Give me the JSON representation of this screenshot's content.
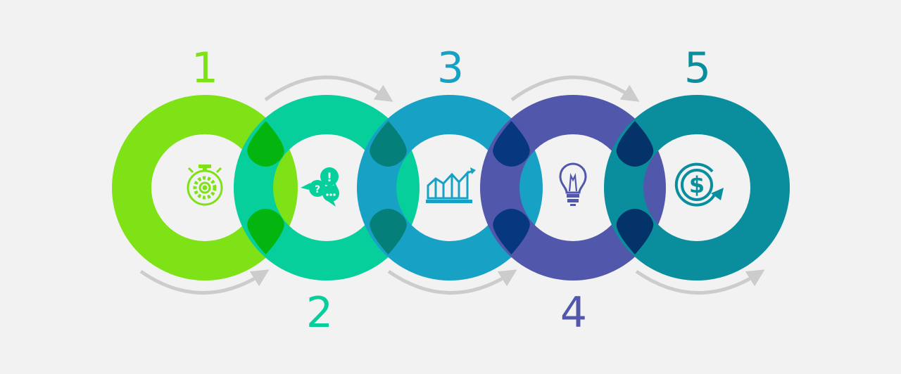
{
  "steps": [
    {
      "number": "1",
      "icon": "stopwatch-gear-icon",
      "color": "#7ee217",
      "overlap_color": null
    },
    {
      "number": "2",
      "icon": "speech-bubbles-icon",
      "color": "#06cf9c",
      "overlap_color": "#03b50e"
    },
    {
      "number": "3",
      "icon": "growth-chart-icon",
      "color": "#17a1c5",
      "overlap_color": "#047f7a"
    },
    {
      "number": "4",
      "icon": "lightbulb-icon",
      "color": "#5157ab",
      "overlap_color": "#07377f"
    },
    {
      "number": "5",
      "icon": "dollar-cycle-icon",
      "color": "#0a8e9d",
      "overlap_color": "#04336a"
    }
  ],
  "arrow_color": "#cccccc",
  "background": "#f2f2f2"
}
